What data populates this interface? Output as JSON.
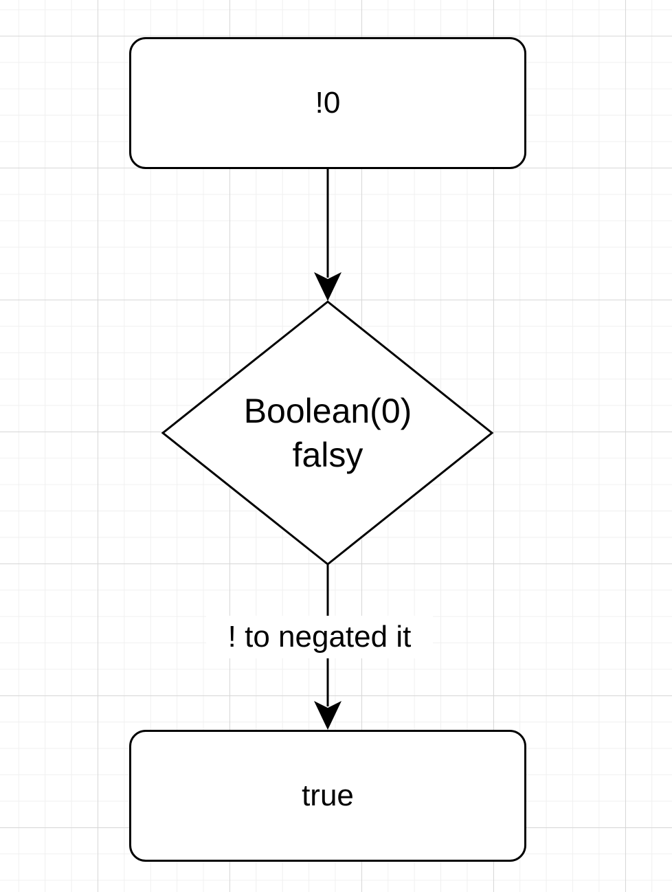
{
  "diagram": {
    "nodes": {
      "start": {
        "label": "!0"
      },
      "decision": {
        "line1": "Boolean(0)",
        "line2": "falsy"
      },
      "result": {
        "label": "true"
      }
    },
    "edges": {
      "start_to_decision": {
        "label": ""
      },
      "decision_to_result": {
        "label": "! to negated it"
      }
    }
  },
  "colors": {
    "stroke": "#000000",
    "fill": "#ffffff",
    "grid_major": "#d7d7d7",
    "grid_minor": "#f0f0f0"
  }
}
